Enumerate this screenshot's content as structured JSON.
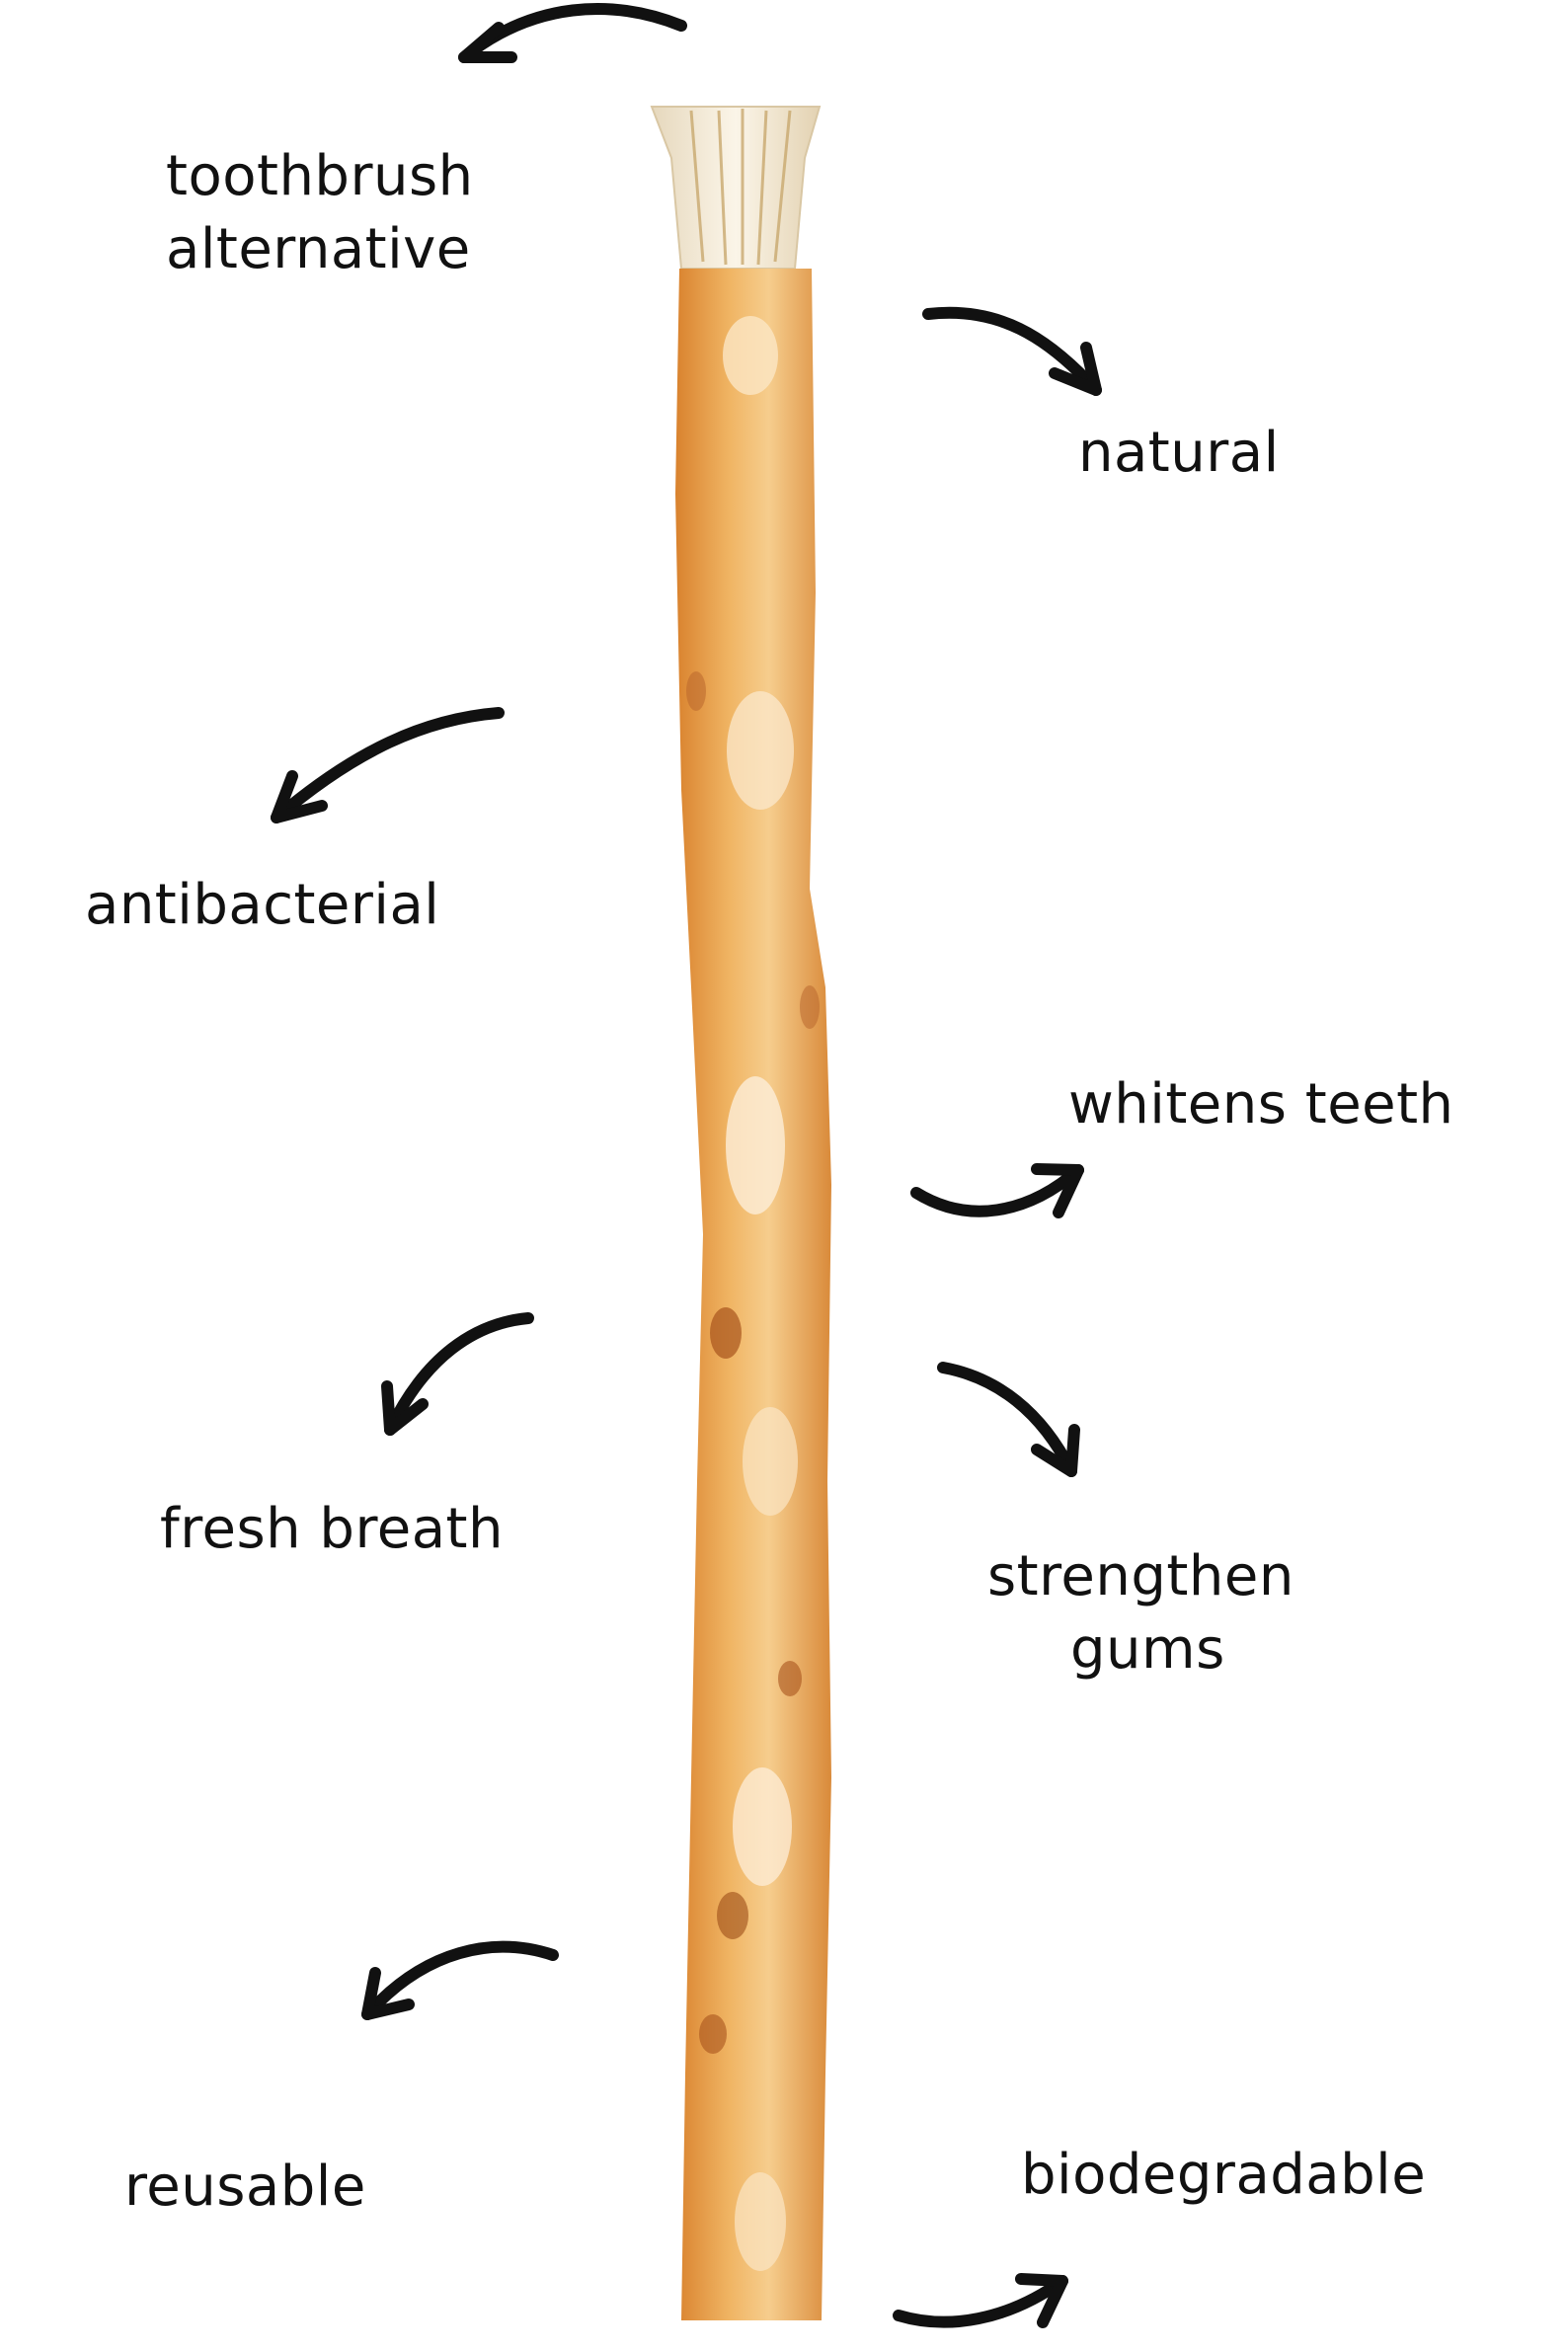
{
  "colors": {
    "background": "#ffffff",
    "text": "#111111",
    "arrow": "#111111",
    "stick_wood": "#e9a24c",
    "stick_bristles": "#f3ead8"
  },
  "image": {
    "subject": "miswak-stick"
  },
  "labels": {
    "toothbrush_alternative": {
      "line1": "toothbrush",
      "line2": "alternative"
    },
    "natural": "natural",
    "antibacterial": "antibacterial",
    "whitens_teeth": "whitens teeth",
    "fresh_breath": "fresh breath",
    "strengthen_gums": {
      "line1": "strengthen",
      "line2": "gums"
    },
    "reusable": "reusable",
    "biodegradable": "biodegradable"
  },
  "icons": [
    "curved-arrow-icon"
  ]
}
